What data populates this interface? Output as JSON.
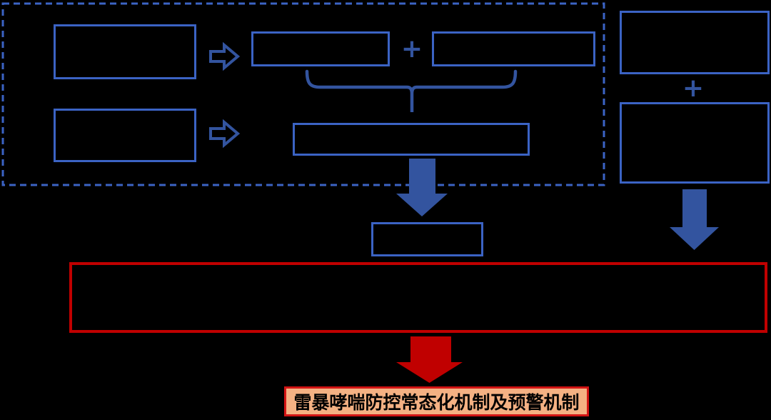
{
  "diagram": {
    "background_color": "#000000",
    "colors": {
      "blue_box_border": "#3B63C4",
      "blue_solid_shapes": "#33549F",
      "dashed_group_border": "#3B63C4",
      "dark_red": "#C00000",
      "final_box_border": "#D21414",
      "final_box_fill": "#F4B183",
      "final_box_text": "#000000"
    },
    "plus_signs": {
      "left": "+",
      "right": "+"
    },
    "icons": {
      "right_block_arrow": "hollow right block arrow",
      "down_block_arrow": "solid down block arrow",
      "curly_brace": "horizontal curly brace pointing down",
      "red_down_arrow": "solid red down block arrow"
    },
    "boxes": {
      "note": "all flowchart boxes are empty (no visible text), outlined only"
    },
    "final_box": {
      "label": "雷暴哮喘防控常态化机制及预警机制"
    }
  }
}
